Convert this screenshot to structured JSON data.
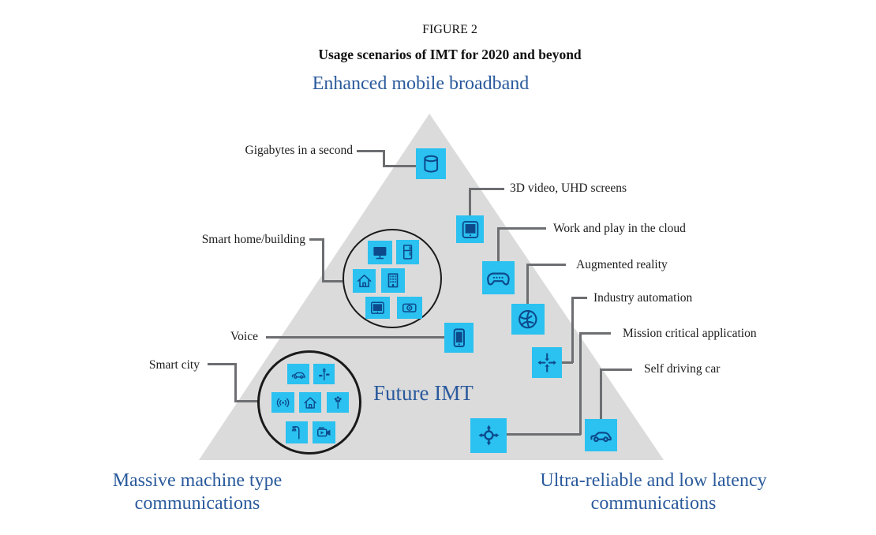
{
  "header": {
    "figure_caption": "FIGURE 2",
    "figure_title": "Usage scenarios of IMT for 2020 and beyond"
  },
  "corner_labels": {
    "top": "Enhanced mobile broadband",
    "bottom_left": "Massive machine type communications",
    "bottom_right": "Ultra-reliable and low latency communications",
    "center": "Future IMT"
  },
  "use_cases": {
    "gigabytes": {
      "label": "Gigabytes in a second",
      "icon": "database-cylinder-icon"
    },
    "uhd": {
      "label": "3D video, UHD screens",
      "icon": "uhd-monitor-icon"
    },
    "cloud": {
      "label": "Work and play in the cloud",
      "icon": "game-controller-icon"
    },
    "ar": {
      "label": "Augmented reality",
      "icon": "ar-globe-icon"
    },
    "industry": {
      "label": "Industry automation",
      "icon": "industry-converge-arrows-icon"
    },
    "mission": {
      "label": "Mission critical application",
      "icon": "position-arrows-icon"
    },
    "selfdriving": {
      "label": "Self driving car",
      "icon": "car-icon"
    },
    "voice": {
      "label": "Voice",
      "icon": "smartphone-icon"
    }
  },
  "clusters": {
    "smart_home": {
      "label": "Smart home/building",
      "icons": [
        "tv-monitor-icon",
        "refrigerator-icon",
        "house-icon",
        "building-icon",
        "tablet-icon",
        "webcam-icon"
      ]
    },
    "smart_city": {
      "label": "Smart city",
      "icons": [
        "car-icon",
        "traffic-intersection-icon",
        "antenna-signal-icon",
        "house-icon",
        "street-lights-icon",
        "street-lamp-icon",
        "video-camera-icon"
      ]
    }
  },
  "colors": {
    "icon_fill": "#2bc1f0",
    "icon_glyph": "#0d4a8c",
    "triangle_fill": "#dbdbdb",
    "connector": "#6d6e71",
    "blue_text": "#2a5a9c",
    "black_text": "#1c1c1c",
    "circle_outline": "#1a1a1a"
  }
}
